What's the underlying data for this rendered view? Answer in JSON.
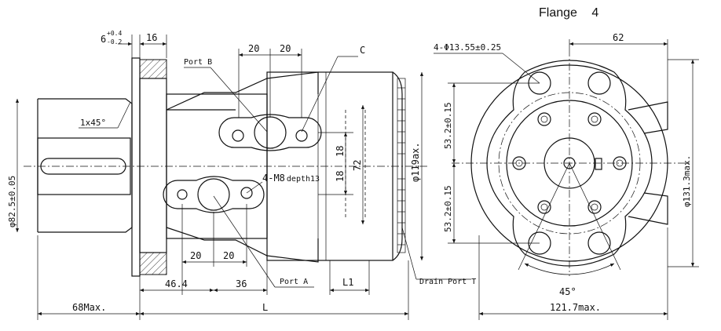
{
  "title": {
    "flange_label": "Flange",
    "flange_number": "4"
  },
  "side_view": {
    "dim_flange_thickness": "6",
    "dim_flange_tol_upper": "+0.4",
    "dim_flange_tol_lower": "-0.2",
    "dim_16": "16",
    "port_b": "Port B",
    "port_a": "Port A",
    "port_c": "C",
    "chamfer": "1x45°",
    "shaft_dia": "φ82.5±0.05",
    "dim_top_20a": "20",
    "dim_top_20b": "20",
    "dim_bot_20a": "20",
    "dim_bot_20b": "20",
    "dim_18a": "18",
    "dim_18b": "18",
    "dim_72": "72",
    "thread": "4-M8",
    "thread_depth": "depth13",
    "dia_119": "φ119ax.",
    "dim_46_4": "46.4",
    "dim_36": "36",
    "dim_l1": "L1",
    "drain_port": "Drain Port T",
    "dim_68": "68Max.",
    "dim_l": "L"
  },
  "front_view": {
    "holes": "4-Φ13.55±0.25",
    "dim_62": "62",
    "dim_53_top": "53.2±0.15",
    "dim_53_bot": "53.2±0.15",
    "dia_131": "φ131.3max.",
    "angle": "45°",
    "dim_121": "121.7max."
  }
}
